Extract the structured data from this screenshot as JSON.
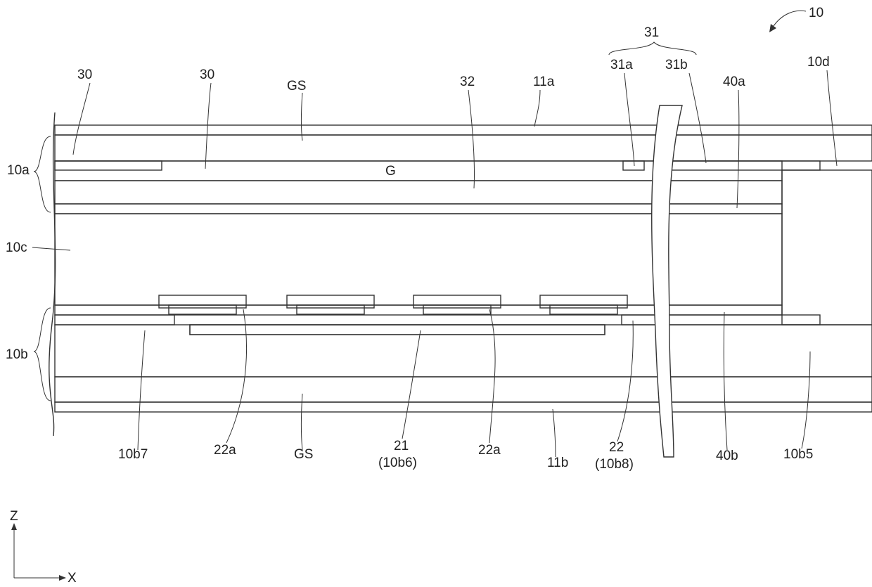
{
  "figure_id": "10",
  "axes": {
    "z": "Z",
    "x": "X"
  },
  "substrates": {
    "upper": "10a",
    "lower": "10b",
    "liquid_crystal": "10c",
    "seal": "10d"
  },
  "layers": {
    "upper_polarizer": "11a",
    "lower_polarizer": "11b",
    "glass_upper": "GS",
    "glass_lower": "GS",
    "gap": "G",
    "overcoat": "32",
    "light_block_left": "30",
    "light_block_mid": "30",
    "light_block_group": "31",
    "light_block_a": "31a",
    "light_block_b": "31b",
    "alignment_upper": "40a",
    "alignment_lower": "40b",
    "insulating": "10b5",
    "lower_electrode_left": "10b7",
    "common_electrode": "21",
    "common_electrode_ref": "(10b6)",
    "pixel_electrode": "22",
    "pixel_electrode_ref": "(10b8)",
    "pixel_slit_left": "22a",
    "pixel_slit_right": "22a"
  }
}
